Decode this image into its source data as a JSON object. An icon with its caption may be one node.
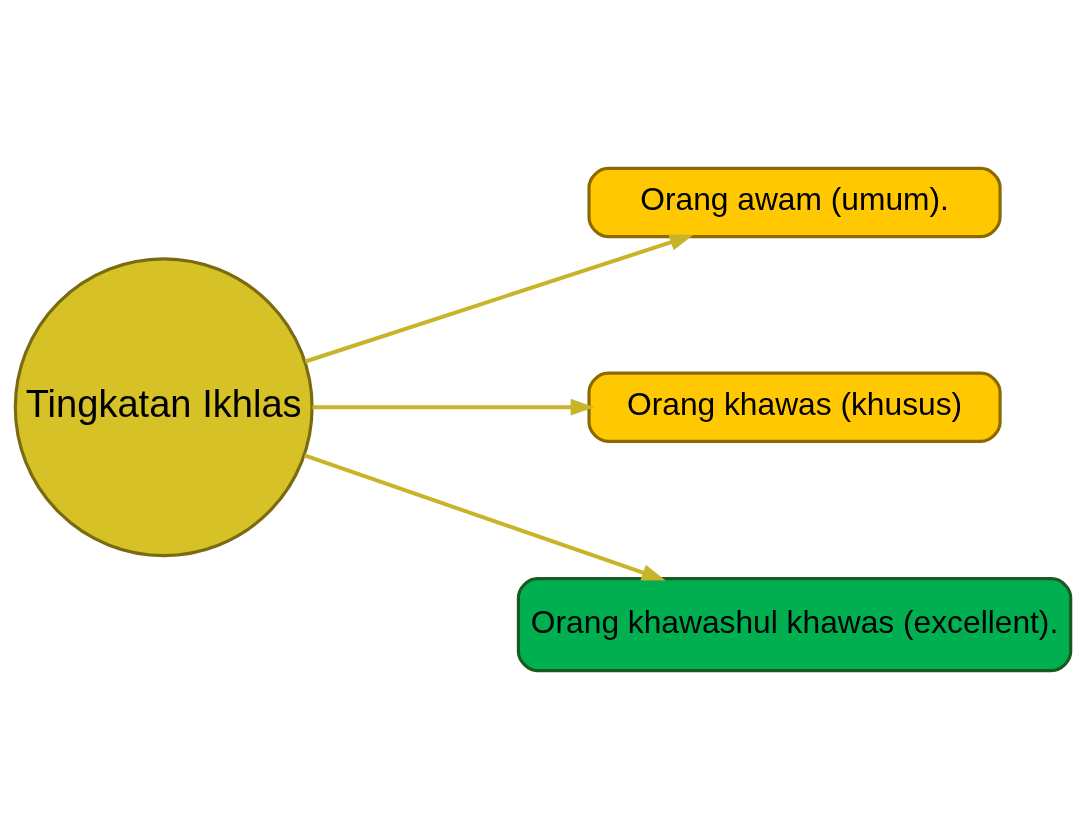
{
  "diagram": {
    "nodes": [
      {
        "text": [
          "Tingkatan Ikhlas"
        ]
      },
      {
        "text": [
          "Orang awam (umum)."
        ]
      },
      {
        "text": [
          "Orang khawas (khusus)"
        ]
      },
      {
        "text": [
          "Orang khawashul khawas (excellent)."
        ]
      }
    ],
    "edges": [
      {
        "from": 0,
        "to": 1,
        "arrow": "to"
      },
      {
        "from": 0,
        "to": 2,
        "arrow": "to"
      },
      {
        "from": 0,
        "to": 3,
        "arrow": "to"
      }
    ]
  }
}
